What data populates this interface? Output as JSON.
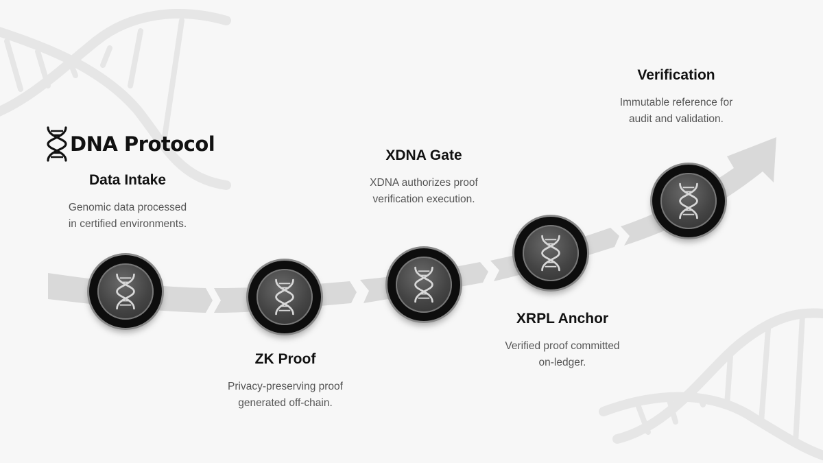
{
  "brand": {
    "name": "DNA Protocol",
    "logo_icon": "dna-helix-icon"
  },
  "steps": [
    {
      "title": "Data Intake",
      "description_lines": [
        "Genomic data processed",
        "in certified environments."
      ]
    },
    {
      "title": "ZK Proof",
      "description_lines": [
        "Privacy-preserving proof",
        "generated off-chain."
      ]
    },
    {
      "title": "XDNA Gate",
      "description_lines": [
        "XDNA authorizes proof",
        "verification execution."
      ]
    },
    {
      "title": "XRPL Anchor",
      "description_lines": [
        "Verified proof committed",
        "on-ledger."
      ]
    },
    {
      "title": "Verification",
      "description_lines": [
        "Immutable reference for",
        "audit and validation."
      ]
    }
  ],
  "node_icon": "dna-helix-icon",
  "colors": {
    "background": "#f7f7f7",
    "path": "#d9d9d9",
    "node": "#0d0d0d",
    "text": "#111111",
    "muted": "#555555"
  }
}
